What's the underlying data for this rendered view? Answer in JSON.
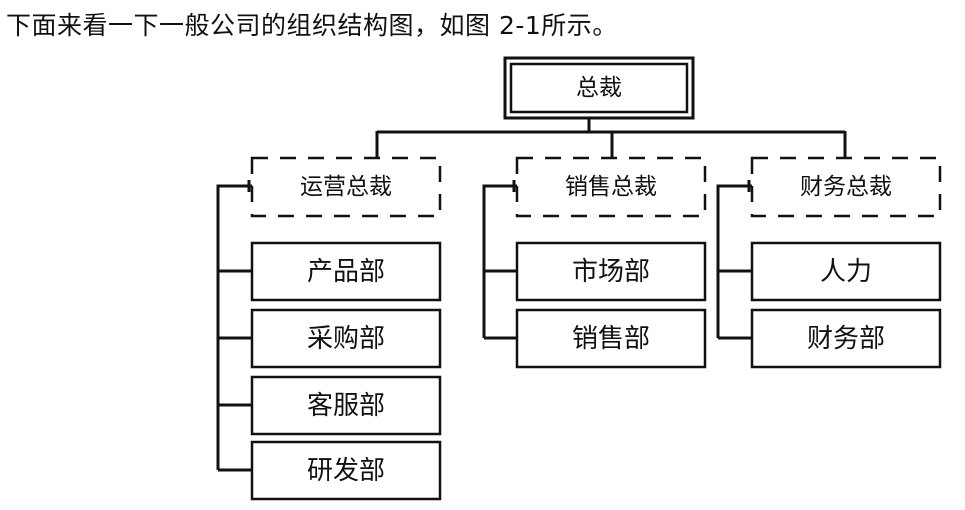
{
  "intro_text": "下面来看一下一般公司的组织结构图，如图 2-1所示。",
  "org_chart": {
    "root": "总裁",
    "branches": [
      {
        "head": "运营总裁",
        "departments": [
          "产品部",
          "采购部",
          "客服部",
          "研发部"
        ]
      },
      {
        "head": "销售总裁",
        "departments": [
          "市场部",
          "销售部"
        ]
      },
      {
        "head": "财务总裁",
        "departments": [
          "人力",
          "财务部"
        ]
      }
    ]
  }
}
